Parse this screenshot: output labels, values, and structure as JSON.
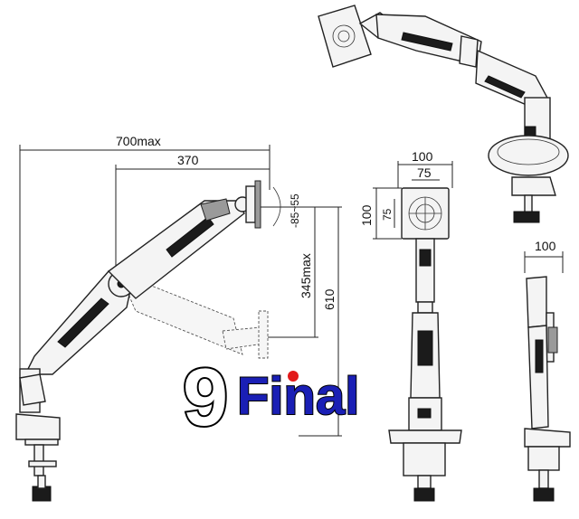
{
  "dimensions": {
    "width_max": "700max",
    "reach": "370",
    "tilt": "-85~55",
    "height_max": "345max",
    "pole_height": "610",
    "plate_outer_w": "100",
    "plate_inner_w": "75",
    "plate_outer_h": "100",
    "plate_inner_h": "75",
    "side_plate": "100"
  },
  "brand": {
    "digit": "9",
    "word": "Final",
    "digit_color": "#ffffff",
    "word_color": "#1a1fb5",
    "dot_color": "#e21b1b"
  }
}
